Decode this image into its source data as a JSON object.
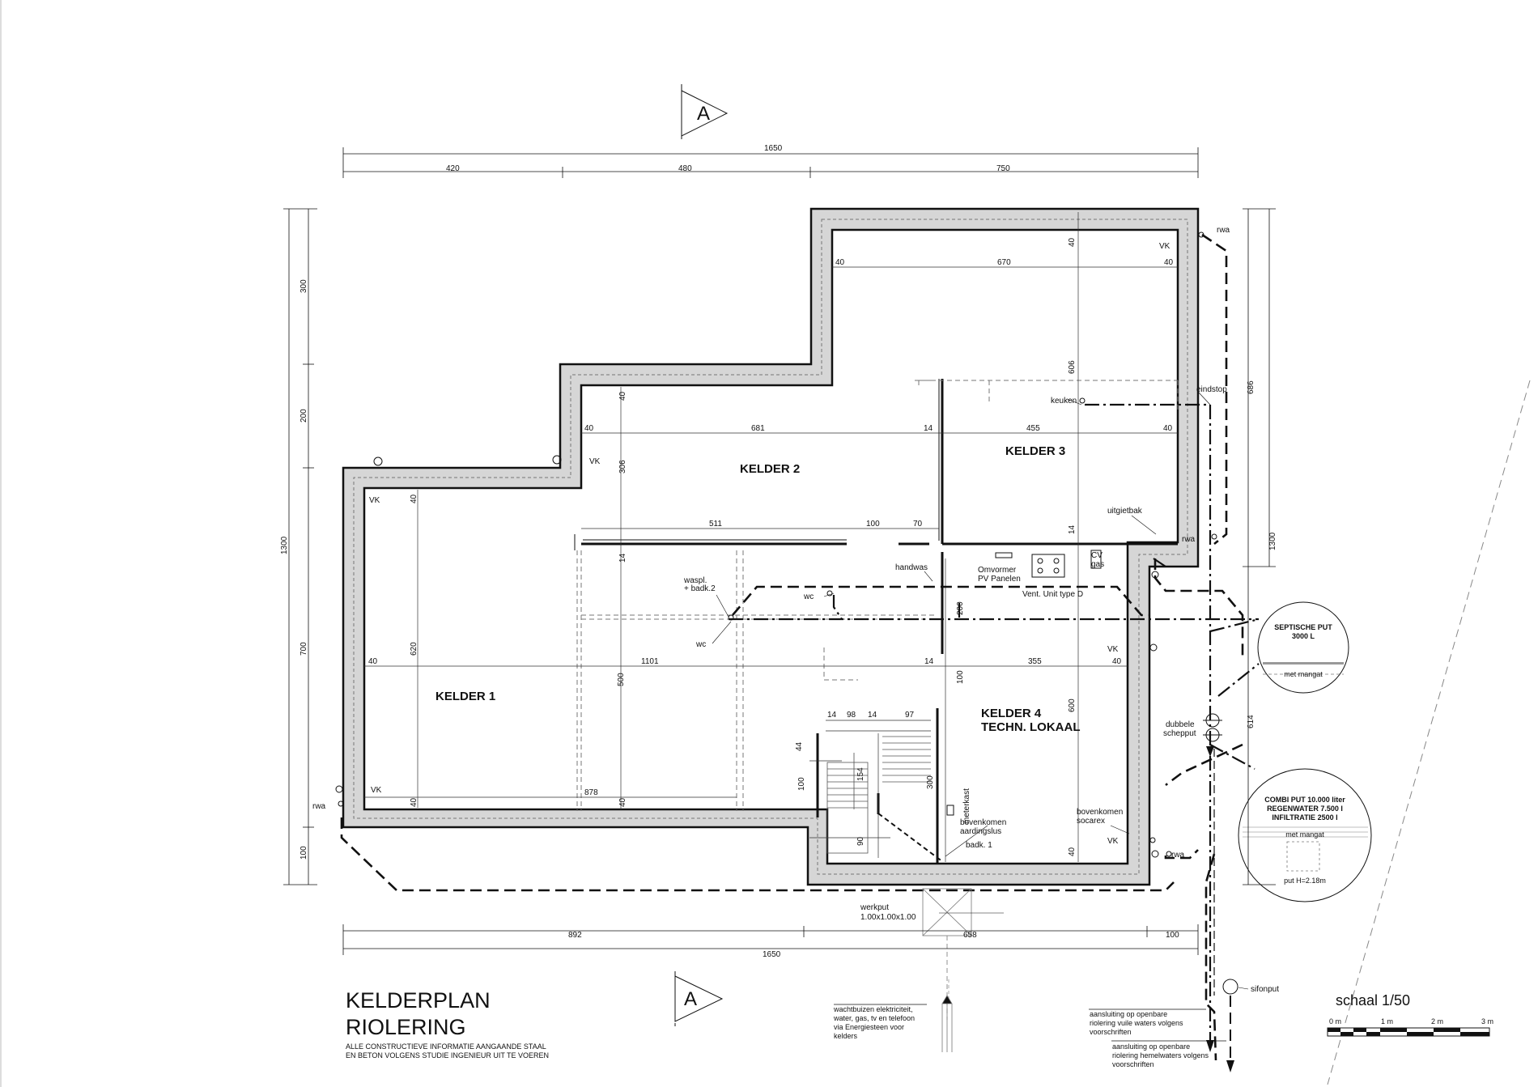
{
  "title": {
    "line1": "KELDERPLAN",
    "line2": "RIOLERING"
  },
  "note": {
    "line1": "ALLE CONSTRUCTIEVE INFORMATIE AANGAANDE STAAL",
    "line2": "EN BETON VOLGENS STUDIE INGENIEUR UIT TE VOEREN"
  },
  "scale": {
    "label": "schaal 1/50",
    "ticks": [
      "0 m",
      "1 m",
      "2 m",
      "3 m"
    ]
  },
  "section_marker": "A",
  "rooms": {
    "kelder1": "KELDER 1",
    "kelder2": "KELDER 2",
    "kelder3": "KELDER 3",
    "kelder4_line1": "KELDER 4",
    "kelder4_line2": "TECHN. LOKAAL"
  },
  "dims_top": {
    "total": "1650",
    "seg1": "420",
    "seg2": "480",
    "seg3": "750"
  },
  "dims_bottom": {
    "total": "1650",
    "seg1": "892",
    "seg2": "658",
    "seg3": "100"
  },
  "dims_left": {
    "total": "1300",
    "seg1": "300",
    "seg2": "200",
    "seg3": "700",
    "seg4": "100"
  },
  "dims_right": {
    "upper": "686",
    "total": "1300",
    "lower": "614"
  },
  "dims_inner": {
    "k3_wall_top": "40",
    "k3_width": "670",
    "k3_wall_l": "40",
    "k3_wall_r": "40",
    "k3_height": "606",
    "k2_wall_top": "40",
    "k2_wall_l": "40",
    "k2_width": "681",
    "k2_height": "306",
    "mid_wall": "14",
    "k3b_width": "455",
    "k3b_wall": "40",
    "d511": "511",
    "d100": "100",
    "d70": "70",
    "d14a": "14",
    "d14b": "14",
    "k1_wall_top": "40",
    "k1_height": "620",
    "k1_wall_l": "40",
    "k1_width": "1101",
    "d14c": "14",
    "k4_width": "355",
    "k4_wall": "40",
    "d500": "500",
    "d200": "200",
    "d100b": "100",
    "d600": "600",
    "d14d": "14",
    "d98": "98",
    "d14e": "14",
    "d97": "97",
    "d44": "44",
    "d100c": "100",
    "d154": "154",
    "d300": "300",
    "d90": "90",
    "d878": "878",
    "w40a": "40",
    "w40b": "40",
    "w40c": "40"
  },
  "labels": {
    "vk": "VK",
    "rwa": "rwa",
    "keuken": "keuken",
    "eindstop": "eindstop",
    "uitgietbak": "uitgietbak",
    "waspl1": "waspl.",
    "waspl2": "+ badk.2",
    "wc": "wc",
    "handwas": "handwas",
    "omvormer1": "Omvormer",
    "omvormer2": "PV Panelen",
    "cv1": "CV",
    "cv2": "gas",
    "vent": "Vent. Unit type D",
    "dubbele1": "dubbele",
    "dubbele2": "schepput",
    "meterkast": "meterkast",
    "bovenkomen_aard1": "bovenkomen",
    "bovenkomen_aard2": "aardingslus",
    "badk1": "badk. 1",
    "bovenkomen_socarex1": "bovenkomen",
    "bovenkomen_socarex2": "socarex",
    "werkput1": "werkput",
    "werkput2": "1.00x1.00x1.00",
    "sifonput": "sifonput"
  },
  "septische": {
    "line1": "SEPTISCHE PUT",
    "line2": "3000 L",
    "mangat": "met mangat"
  },
  "combi": {
    "line1": "COMBI PUT 10.000 liter",
    "line2": "REGENWATER 7.500 l",
    "line3": "INFILTRATIE 2500 l",
    "mangat": "met mangat",
    "put": "put H=2.18m"
  },
  "wachtbuizen": {
    "line1": "wachtbuizen elektriciteit,",
    "line2": "water, gas, tv en telefoon",
    "line3": "via Energiesteen voor",
    "line4": "kelders"
  },
  "aansluiting_vuil": {
    "line1": "aansluiting op openbare",
    "line2": "riolering vuile waters volgens",
    "line3": "voorschriften"
  },
  "aansluiting_hemel": {
    "line1": "aansluiting op openbare",
    "line2": "riolering hemelwaters volgens",
    "line3": "voorschriften"
  }
}
